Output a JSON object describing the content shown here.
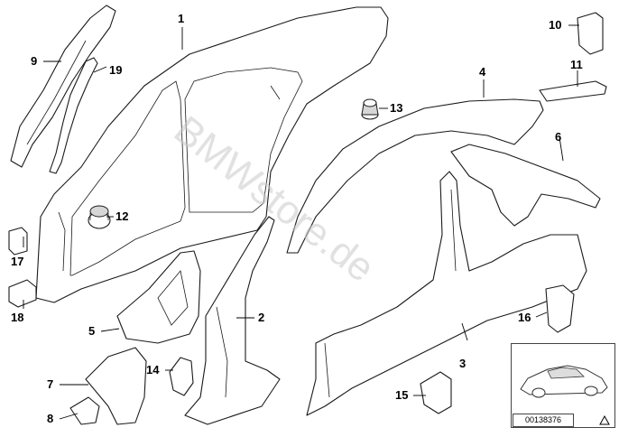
{
  "watermark": "BMWstore.de",
  "thumbnail": {
    "id_label": "00138376"
  },
  "callouts": {
    "c1": "1",
    "c2": "2",
    "c3": "3",
    "c4": "4",
    "c5": "5",
    "c6": "6",
    "c7": "7",
    "c8": "8",
    "c9": "9",
    "c10": "10",
    "c11": "11",
    "c12": "12",
    "c13": "13",
    "c14": "14",
    "c15": "15",
    "c16": "16",
    "c17": "17",
    "c18": "18",
    "c19": "19"
  },
  "icons": {
    "warning": "warning-triangle-icon"
  }
}
